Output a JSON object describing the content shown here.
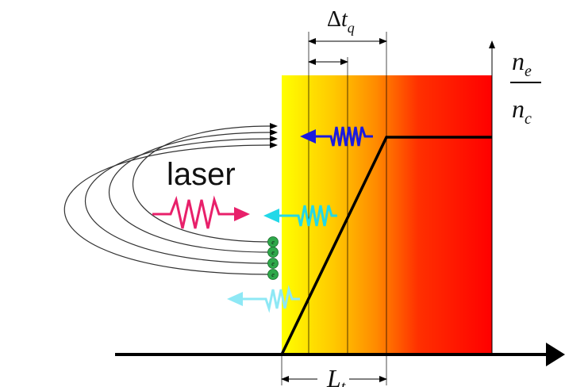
{
  "labels": {
    "laser": "laser",
    "delta_symbol": "Δ",
    "delta_t_var": "t",
    "delta_t_sub": "q",
    "ne_var": "n",
    "ne_sub": "e",
    "nc_var": "n",
    "nc_sub": "c",
    "length_var": "L",
    "length_sub": "t",
    "electron": "e"
  },
  "colors": {
    "plasma_gradient": [
      "#ffff00",
      "#ffc800",
      "#ff8a00",
      "#ff3000",
      "#ff0000"
    ],
    "wave_blue": "#1a1ae0",
    "wave_cyan": "#22d8e8",
    "wave_light_cyan": "#8ee8f5",
    "wave_laser": "#e8206a",
    "electron": "#2ea84a",
    "lines": "#000000"
  },
  "icons": {
    "field_lines": "magnetic-field-lines",
    "electron": "electron-circle",
    "waves": "wave-arrow"
  }
}
